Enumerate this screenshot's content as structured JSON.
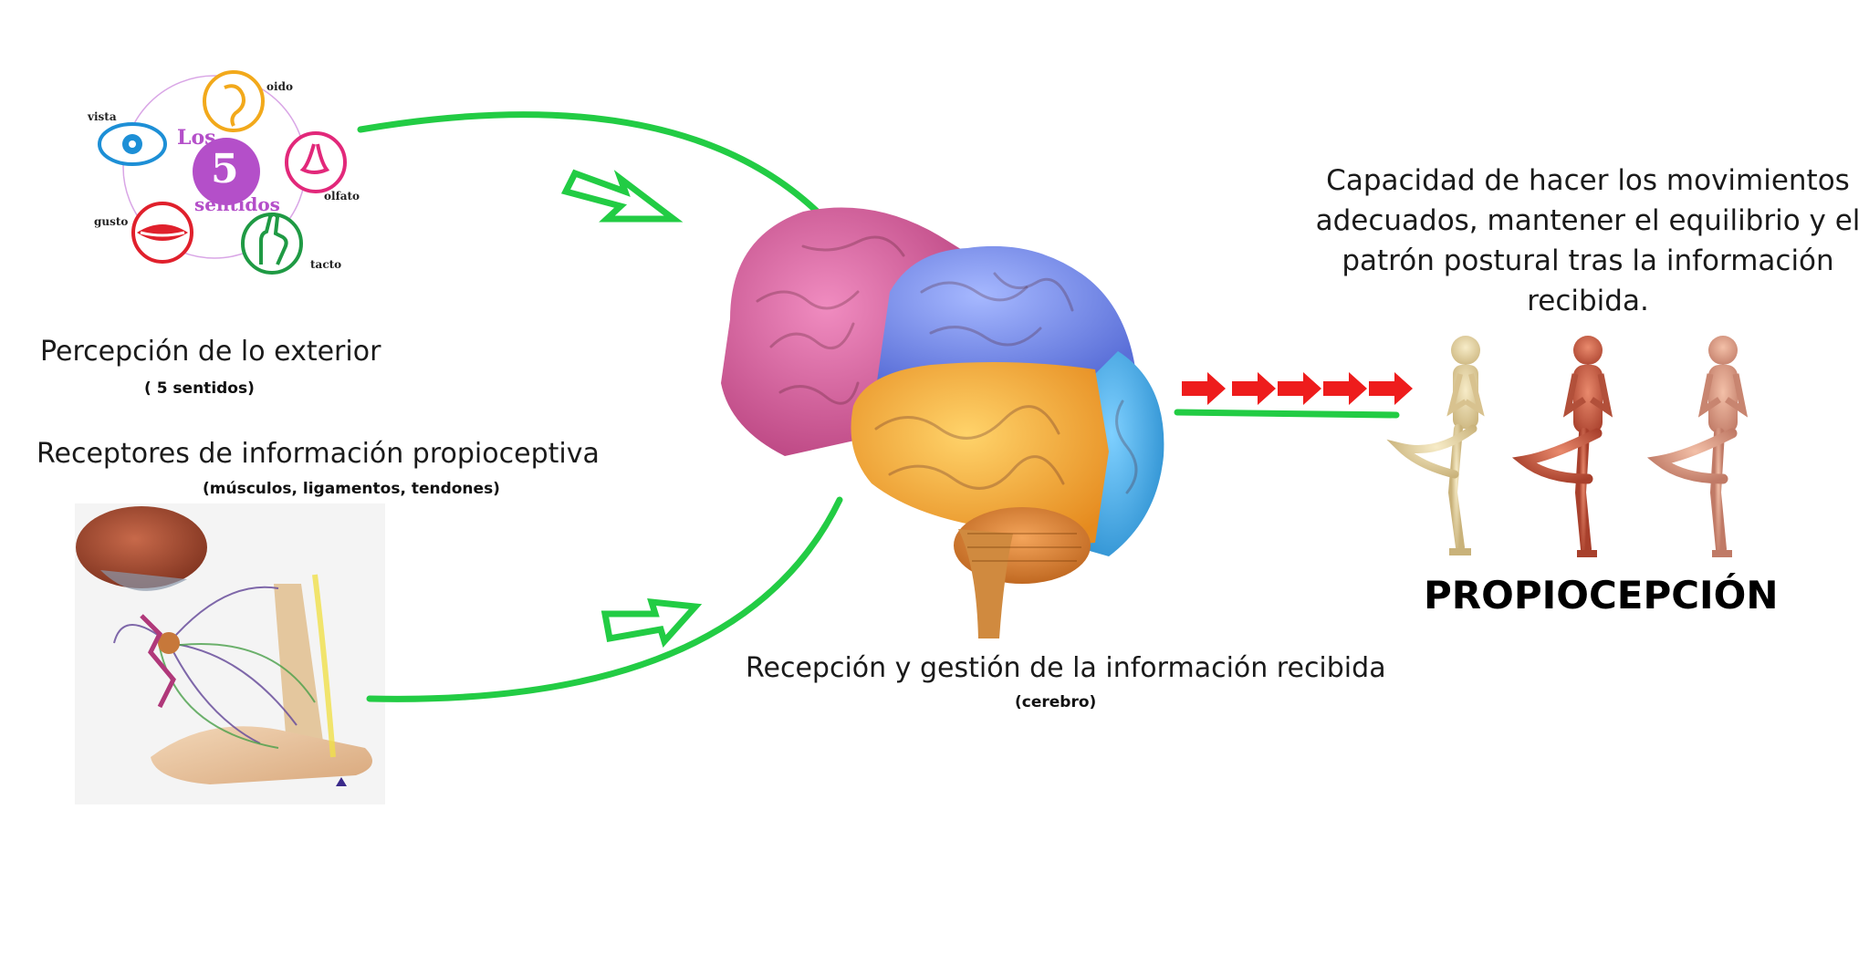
{
  "senses": {
    "title_los": "Los",
    "number": "5",
    "title_sentidos": "sentidos",
    "labels": {
      "vista": "vista",
      "oido": "oido",
      "olfato": "olfato",
      "gusto": "gusto",
      "tacto": "tacto"
    }
  },
  "left": {
    "exterior_title": "Percepción de lo exterior",
    "exterior_sub": "( 5 sentidos)",
    "receptors_title": "Receptores de información propioceptiva",
    "receptors_sub": "(músculos, ligamentos, tendones)"
  },
  "center": {
    "title": "Recepción y gestión de la información recibida",
    "sub": "(cerebro)"
  },
  "right": {
    "capacity": "Capacidad de hacer los movimientos adecuados, mantener el equilibrio y el patrón postural tras la información recibida.",
    "result": "PROPIOCEPCIÓN"
  },
  "colors": {
    "flow_green": "#22cc44",
    "arrow_red": "#ee1c1c",
    "sense_purple": "#b44fc9"
  }
}
